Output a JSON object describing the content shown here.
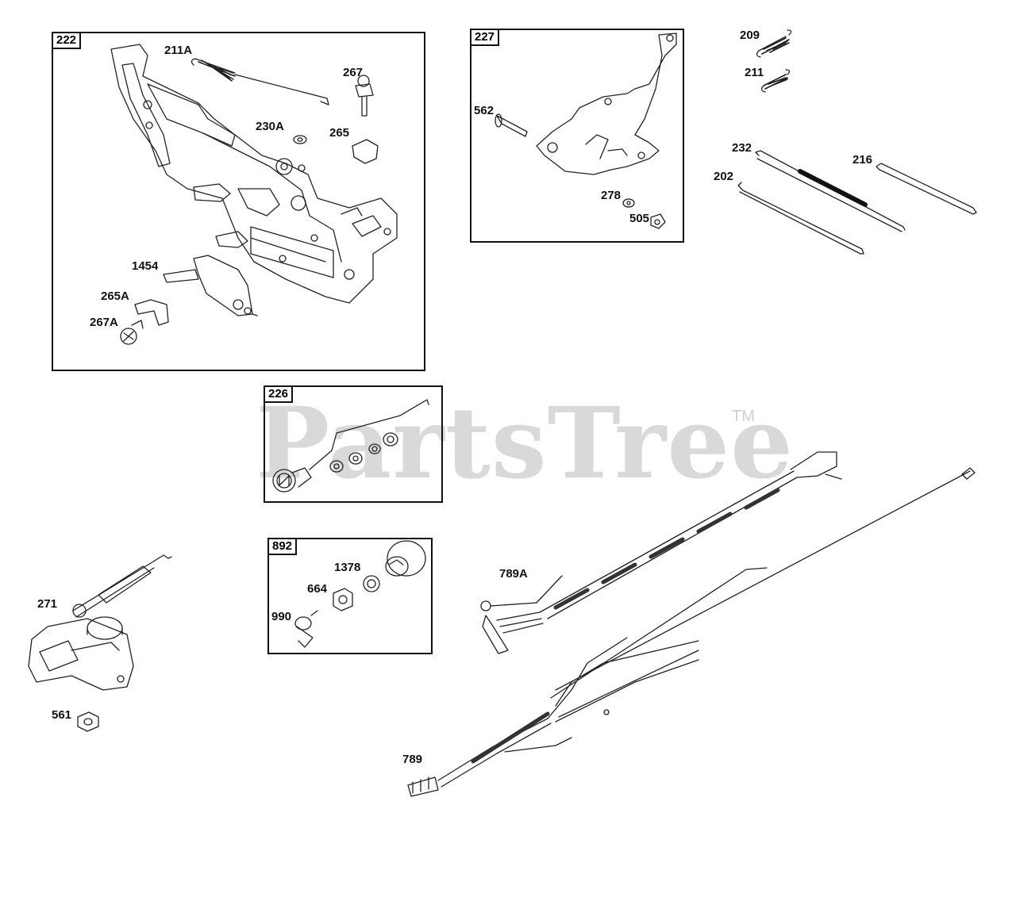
{
  "watermark": {
    "brand": "PartsTree",
    "trademark": "TM"
  },
  "groups": [
    {
      "id": "222"
    },
    {
      "id": "227"
    },
    {
      "id": "226"
    },
    {
      "id": "892"
    }
  ],
  "callouts": [
    "211A",
    "267",
    "230A",
    "265",
    "1454",
    "265A",
    "267A",
    "562",
    "278",
    "505",
    "209",
    "211",
    "232",
    "216",
    "202",
    "271",
    "561",
    "1378",
    "664",
    "990",
    "789A",
    "789"
  ]
}
